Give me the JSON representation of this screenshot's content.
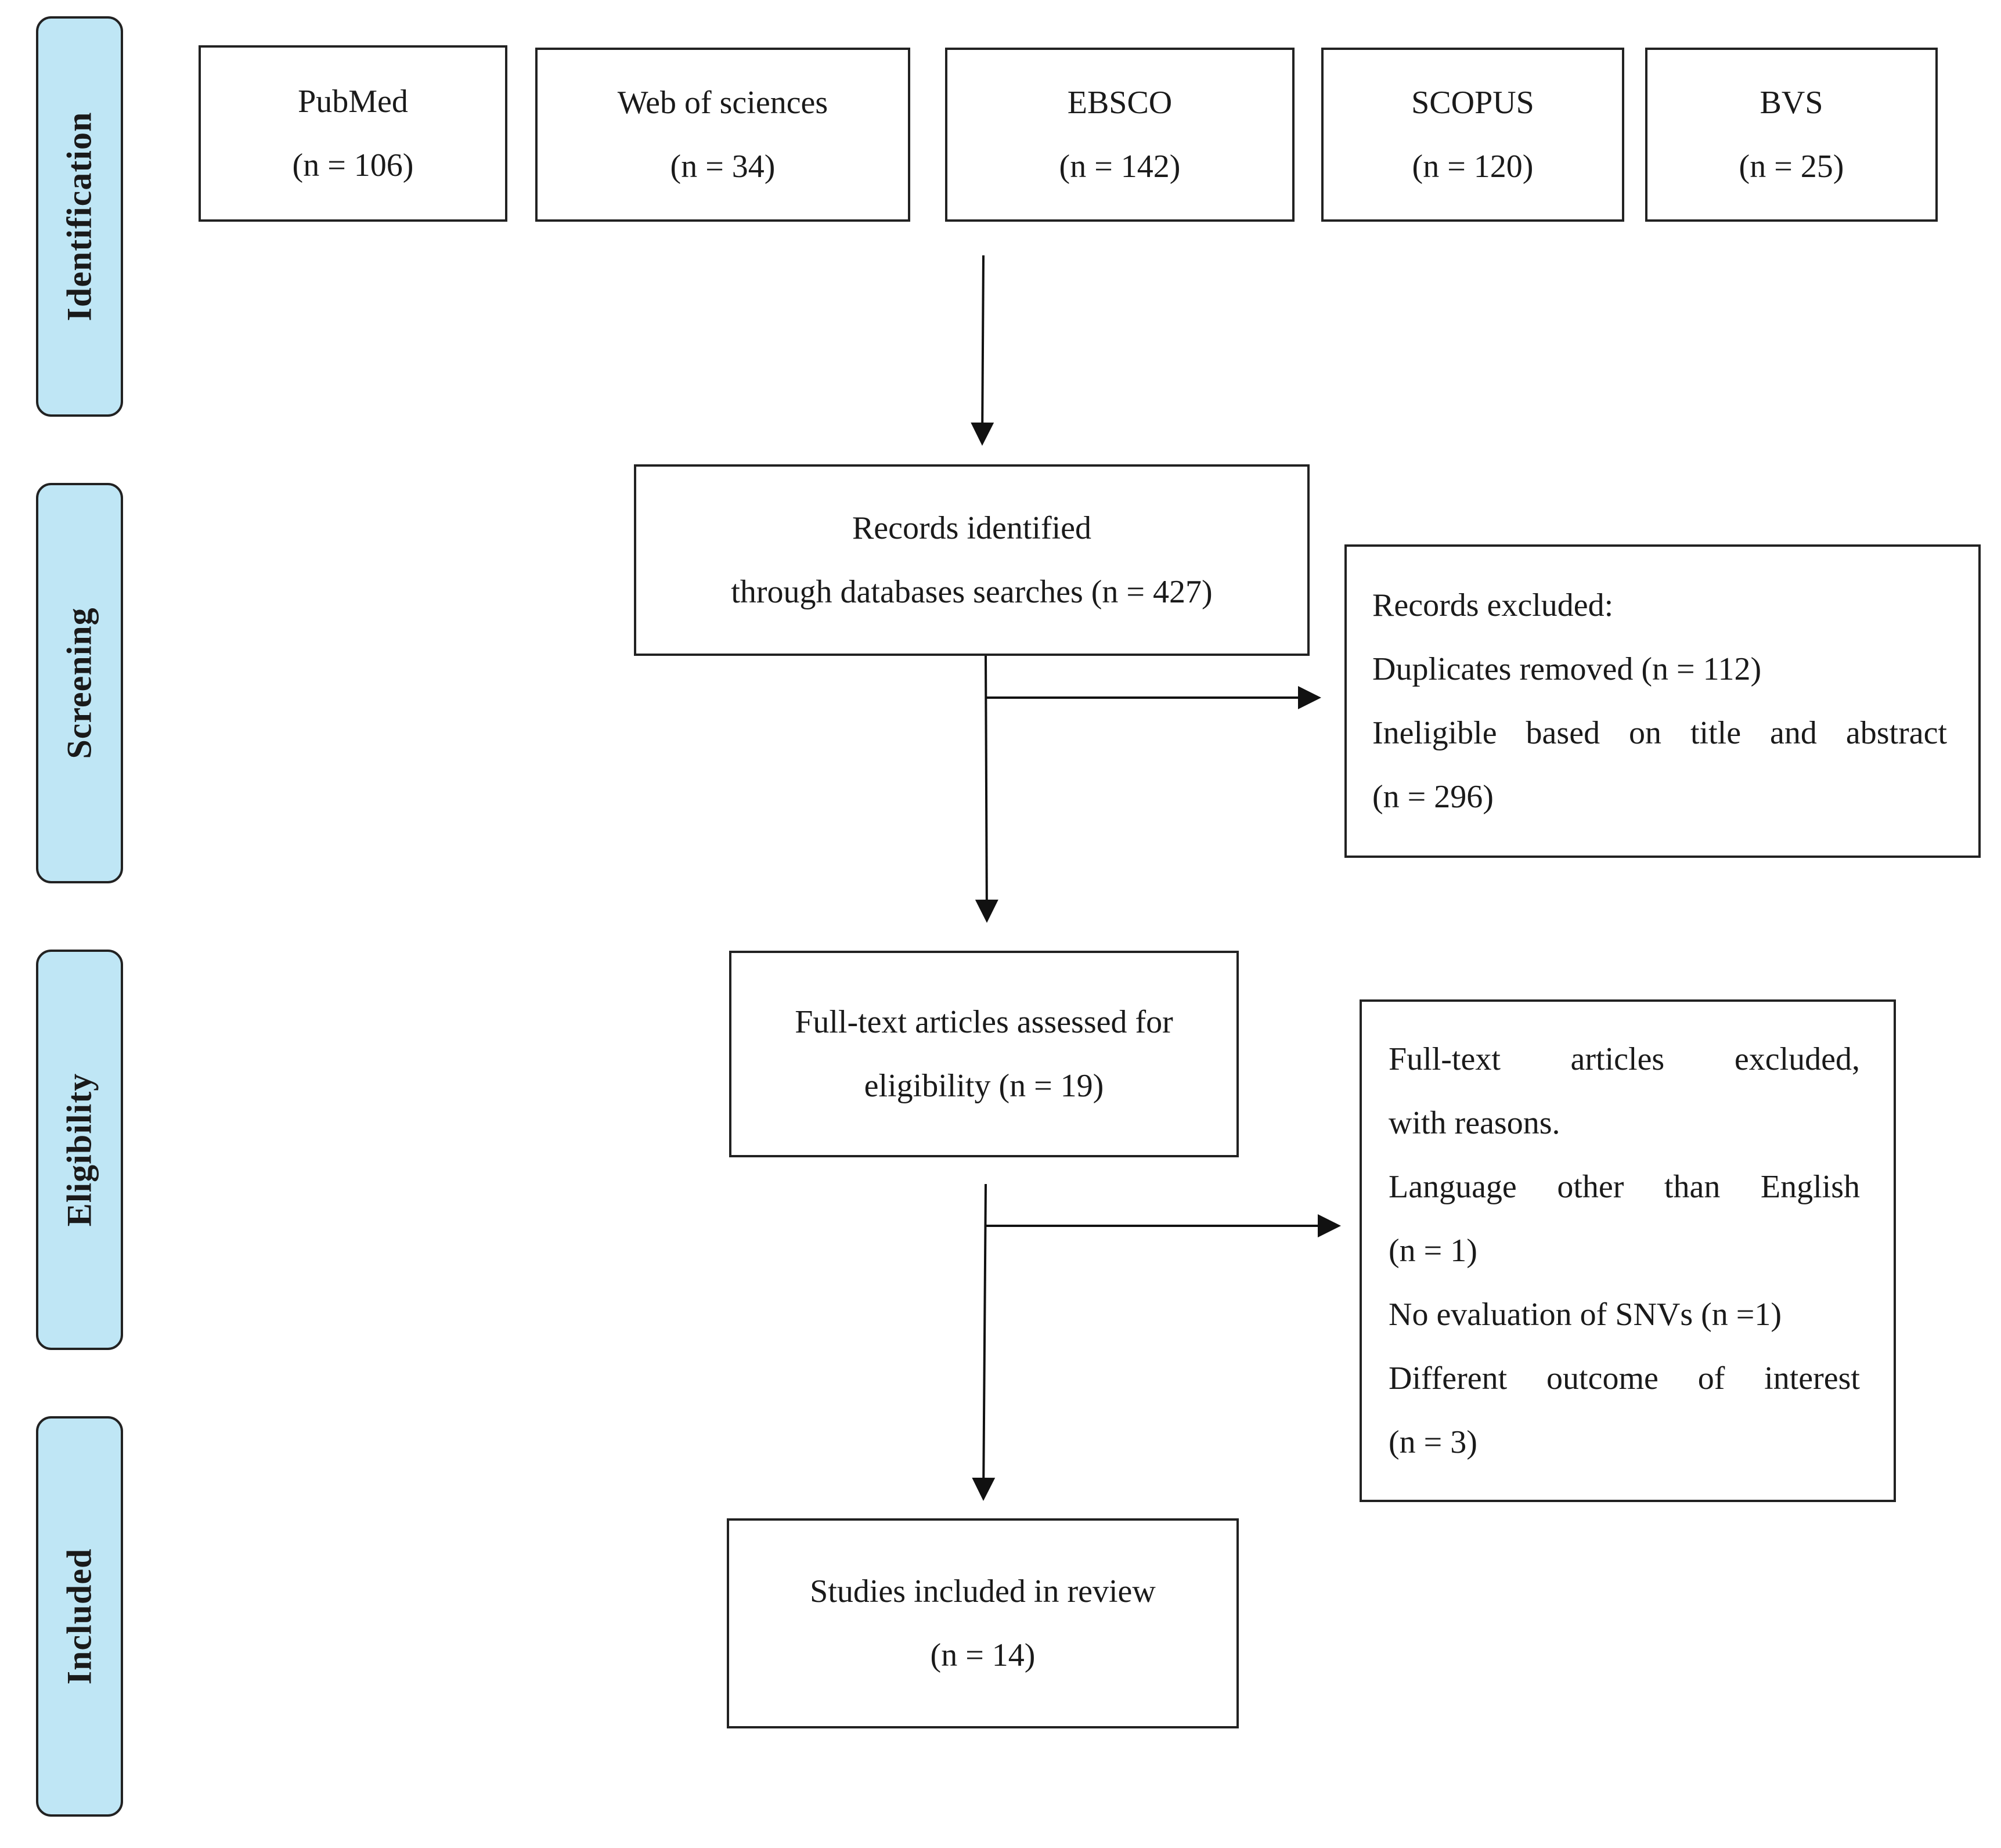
{
  "phases": {
    "identification": "Identification",
    "screening": "Screening",
    "eligibility": "Eligibility",
    "included": "Included"
  },
  "sources": [
    {
      "name": "PubMed",
      "count": "(n = 106)"
    },
    {
      "name": "Web of sciences",
      "count": "(n = 34)"
    },
    {
      "name": "EBSCO",
      "count": "(n = 142)"
    },
    {
      "name": "SCOPUS",
      "count": "(n = 120)"
    },
    {
      "name": "BVS",
      "count": "(n = 25)"
    }
  ],
  "records_identified": {
    "line1": "Records identified",
    "line2": "through databases searches (n = 427)"
  },
  "records_excluded": {
    "line1": "Records excluded:",
    "line2": "Duplicates removed (n = 112)",
    "line3": "Ineligible based on title and abstract",
    "line4": "(n = 296)"
  },
  "full_text_assessed": {
    "line1": "Full-text articles assessed for",
    "line2": "eligibility (n = 19)"
  },
  "full_text_excluded": {
    "line1": "Full-text articles excluded,",
    "line2": "with reasons.",
    "line3": "Language other than English",
    "line4": "(n = 1)",
    "line5": "No evaluation of SNVs (n =1)",
    "line6": "Different outcome of interest",
    "line7": "(n = 3)"
  },
  "included_studies": {
    "line1": "Studies included in review",
    "line2": "(n = 14)"
  }
}
